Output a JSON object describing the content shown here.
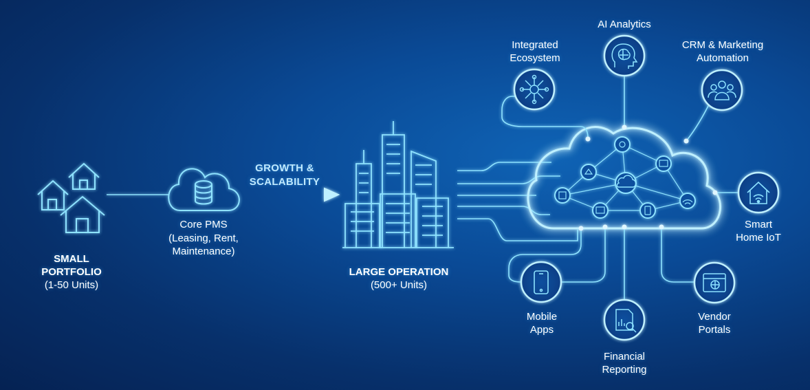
{
  "small_portfolio": {
    "title": "SMALL\nPORTFOLIO",
    "subtitle": "(1-50 Units)"
  },
  "core_pms": {
    "title": "Core PMS",
    "detail": "(Leasing, Rent,\nMaintenance)"
  },
  "growth_label": "GROWTH &\nSCALABILITY",
  "large_operation": {
    "title": "LARGE OPERATION",
    "subtitle": "(500+ Units)"
  },
  "satellites": {
    "integrated_ecosystem": "Integrated\nEcosystem",
    "ai_analytics": "AI Analytics",
    "crm_marketing": "CRM & Marketing\nAutomation",
    "smart_home": "Smart\nHome IoT",
    "vendor_portals": "Vendor\nPortals",
    "financial_reporting": "Financial\nReporting",
    "mobile_apps": "Mobile\nApps"
  },
  "icons": {
    "houses": "houses-icon",
    "database_cloud": "cloud-database-icon",
    "buildings": "skyscrapers-icon",
    "ecosystem": "network-hub-icon",
    "ai": "brain-head-icon",
    "crm": "people-group-icon",
    "smart_home": "wifi-house-icon",
    "vendor": "browser-window-icon",
    "financial": "report-magnifier-icon",
    "mobile": "smartphone-icon"
  },
  "colors": {
    "glow": "#6fd6ff",
    "line": "#8fe3ff",
    "bg_dark": "#052253",
    "bg_light": "#0f63b5"
  }
}
